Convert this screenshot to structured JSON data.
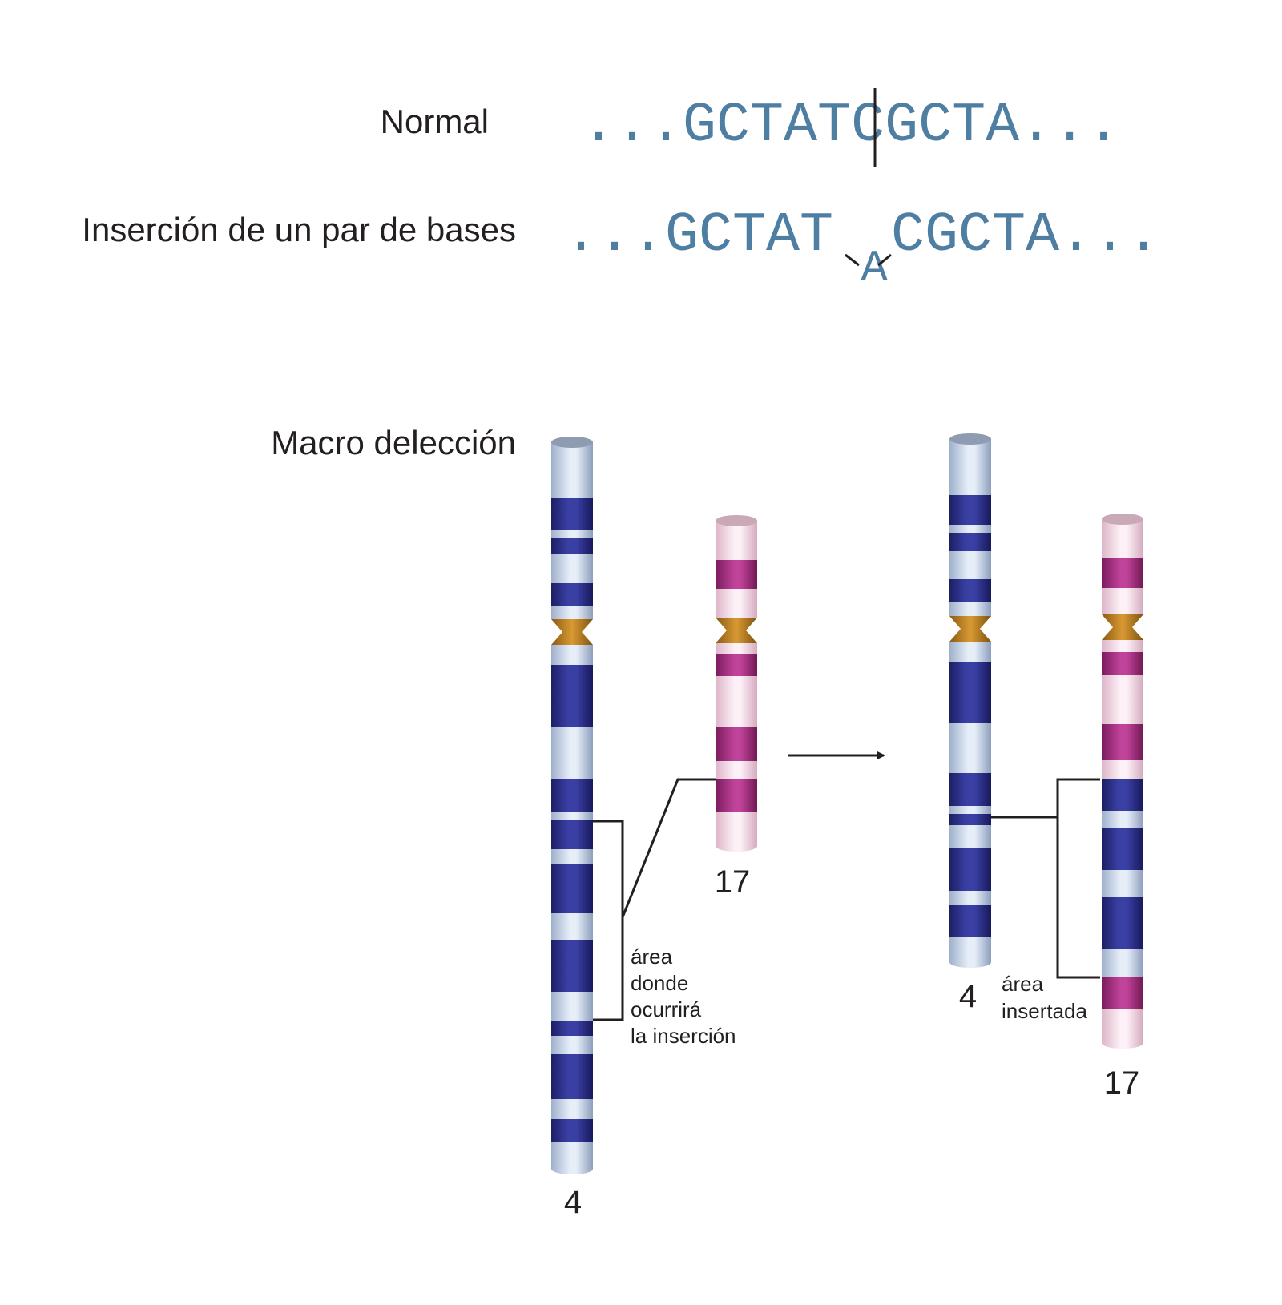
{
  "normal": {
    "label": "Normal",
    "dots_left": "...",
    "left": "GCTAT",
    "right": "CGCTA",
    "dots_right": "..."
  },
  "insertion": {
    "label": "Inserción de un par de bases",
    "dots_left": "...",
    "left": "GCTAT",
    "inserted": "A",
    "right": "CGCTA",
    "dots_right": "..."
  },
  "macro": {
    "label": "Macro delección",
    "before": {
      "chr4_label": "4",
      "chr17_label": "17",
      "annotation": [
        "área",
        "donde",
        "ocurrirá",
        "la inserción"
      ]
    },
    "after": {
      "chr4_label": "4",
      "chr17_label": "17",
      "annotation": [
        "área",
        "insertada"
      ]
    }
  },
  "colors": {
    "sequence": "#4f7ea3",
    "chr4_dark_band": "#2b2f86",
    "chr4_light_band": "#c8d6ea",
    "chr17_dark_band": "#a52a7f",
    "chr17_light_band": "#f7dbe9",
    "centromere": "#c08321"
  }
}
